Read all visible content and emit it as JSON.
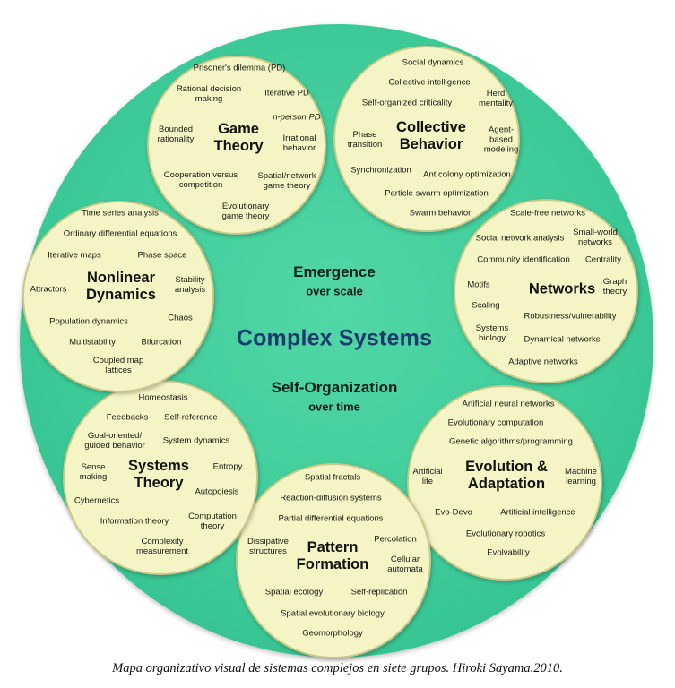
{
  "diagram": {
    "center": {
      "title": "Complex Systems",
      "emergence": "Emergence",
      "over_scale": "over scale",
      "self_organization": "Self-Organization",
      "over_time": "over time"
    },
    "groups": [
      {
        "id": "game-theory",
        "title": "Game\nTheory",
        "items": [
          "Prisoner's dilemma (PD)",
          "Rational decision\nmaking",
          "Iterative PD",
          "n-person PD",
          "Bounded\nrationality",
          "Irrational\nbehavior",
          "Cooperation versus\ncompetition",
          "Spatial/network\ngame theory",
          "Evolutionary\ngame theory"
        ]
      },
      {
        "id": "collective-behavior",
        "title": "Collective\nBehavior",
        "items": [
          "Social dynamics",
          "Collective intelligence",
          "Self-organized criticality",
          "Herd\nmentality",
          "Phase\ntransition",
          "Agent-\nbased\nmodeling",
          "Synchronization",
          "Ant colony optimization",
          "Particle swarm optimization",
          "Swarm behavior"
        ]
      },
      {
        "id": "networks",
        "title": "Networks",
        "items": [
          "Scale-free networks",
          "Social network analysis",
          "Small-world\nnetworks",
          "Community identification",
          "Centrality",
          "Motifs",
          "Graph\ntheory",
          "Scaling",
          "Robustness/vulnerability",
          "Systems\nbiology",
          "Dynamical networks",
          "Adaptive networks"
        ]
      },
      {
        "id": "evolution-adaptation",
        "title": "Evolution &\nAdaptation",
        "items": [
          "Artificial neural networks",
          "Evolutionary computation",
          "Genetic algorithms/programming",
          "Artificial\nlife",
          "Machine\nlearning",
          "Evo-Devo",
          "Artificial intelligence",
          "Evolutionary robotics",
          "Evolvability"
        ]
      },
      {
        "id": "pattern-formation",
        "title": "Pattern\nFormation",
        "items": [
          "Spatial fractals",
          "Reaction-diffusion systems",
          "Partial differential equations",
          "Dissipative\nstructures",
          "Percolation",
          "Cellular\nautomata",
          "Spatial ecology",
          "Self-replication",
          "Spatial evolutionary biology",
          "Geomorphology"
        ]
      },
      {
        "id": "systems-theory",
        "title": "Systems\nTheory",
        "items": [
          "Homeostasis",
          "Feedbacks",
          "Self-reference",
          "Goal-oriented/\nguided behavior",
          "System dynamics",
          "Sense\nmaking",
          "Entropy",
          "Cybernetics",
          "Autopoiesis",
          "Information theory",
          "Computation\ntheory",
          "Complexity\nmeasurement"
        ]
      },
      {
        "id": "nonlinear-dynamics",
        "title": "Nonlinear\nDynamics",
        "items": [
          "Time series analysis",
          "Ordinary differential equations",
          "Iterative maps",
          "Phase space",
          "Attractors",
          "Stability\nanalysis",
          "Population dynamics",
          "Chaos",
          "Multistability",
          "Bifurcation",
          "Coupled map\nlattices"
        ]
      }
    ]
  },
  "caption": "Mapa organizativo visual de sistemas complejos en siete grupos. Hiroki Sayama.2010.",
  "colors": {
    "big_circle": "#3dcb99",
    "small_circle": "#f5f4c4",
    "main_title": "#1d3a6e"
  }
}
